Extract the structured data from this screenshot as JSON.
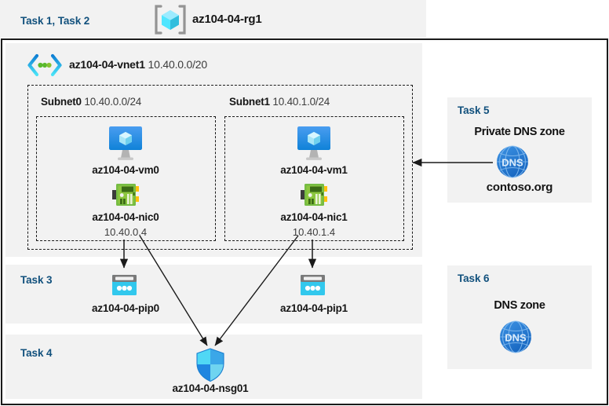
{
  "diagram": {
    "title": "Azure resource group az104-04-rg1 topology",
    "colors": {
      "task_label": "#12517d",
      "panel_bg": "#f2f2f2",
      "frame_border": "#1a1a1a",
      "vm_icon": "#1f8ae0",
      "nic_icon": "#76bc43",
      "pip_icon": "#32c8ed",
      "nsg_icon": "#2e9bf0",
      "dns_icon": "#2680d8",
      "rg_icon": "#50e6ff",
      "vnet_icon": "#0078d4",
      "arrow": "#1a1a1a"
    }
  },
  "header": {
    "task_label": "Task 1, Task 2",
    "rg_icon": "resource-group-icon",
    "rg_name": "az104-04-rg1"
  },
  "vnet": {
    "icon": "virtual-network-icon",
    "name": "az104-04-vnet1",
    "address_space": "10.40.0.0/20"
  },
  "subnets": [
    {
      "name": "Subnet0",
      "address_prefix": "10.40.0.0/24",
      "vm": {
        "icon": "virtual-machine-icon",
        "name": "az104-04-vm0"
      },
      "nic": {
        "icon": "network-interface-icon",
        "name": "az104-04-nic0",
        "ip": "10.40.0.4"
      }
    },
    {
      "name": "Subnet1",
      "address_prefix": "10.40.1.0/24",
      "vm": {
        "icon": "virtual-machine-icon",
        "name": "az104-04-vm1"
      },
      "nic": {
        "icon": "network-interface-icon",
        "name": "az104-04-nic1",
        "ip": "10.40.1.4"
      }
    }
  ],
  "task3": {
    "task_label": "Task 3",
    "pips": [
      {
        "icon": "public-ip-address-icon",
        "name": "az104-04-pip0"
      },
      {
        "icon": "public-ip-address-icon",
        "name": "az104-04-pip1"
      }
    ]
  },
  "task4": {
    "task_label": "Task 4",
    "nsg": {
      "icon": "network-security-group-icon",
      "name": "az104-04-nsg01"
    }
  },
  "task5": {
    "task_label": "Task 5",
    "zone_title": "Private DNS zone",
    "dns_icon": "dns-zone-icon",
    "dns_icon_text": "DNS",
    "zone_name": "contoso.org"
  },
  "task6": {
    "task_label": "Task 6",
    "zone_title": "DNS zone",
    "dns_icon": "dns-zone-icon",
    "dns_icon_text": "DNS"
  }
}
